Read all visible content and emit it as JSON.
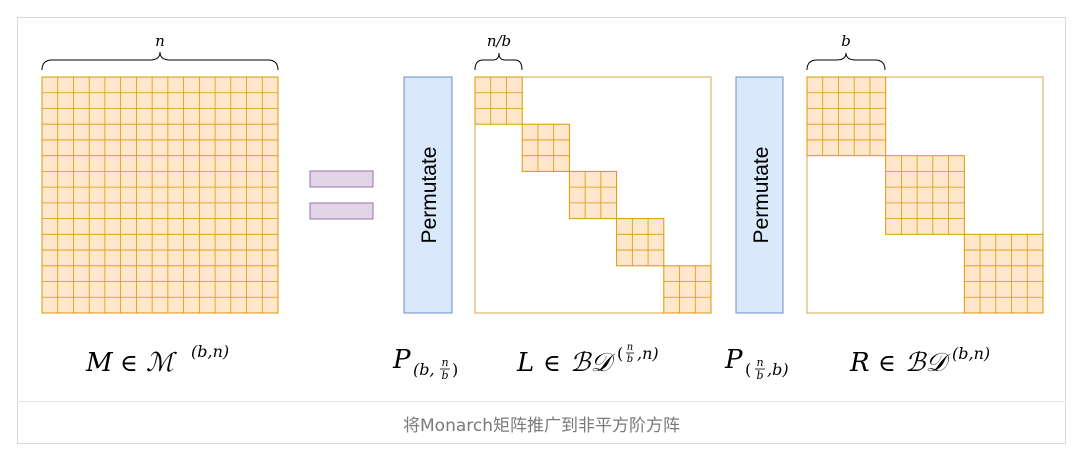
{
  "caption": "将Monarch矩阵推广到非平方阶方阵",
  "labels": {
    "brace_n": "n",
    "brace_nb": "n/b",
    "brace_b": "b",
    "permutate_1": "Permutate",
    "permutate_2": "Permutate"
  },
  "formulas": {
    "M": {
      "lhs": "M",
      "op": "∈",
      "set": "ℳ",
      "sup": "(b,n)"
    },
    "P1": {
      "sym": "P",
      "sub_open": "(b,",
      "frac_num": "n",
      "frac_den": "b",
      "sub_close": ")"
    },
    "L": {
      "lhs": "L",
      "op": "∈",
      "set": "ℬ𝒟",
      "sup_open": "(",
      "frac_num": "n",
      "frac_den": "b",
      "sup_close": ",n)"
    },
    "P2": {
      "sym": "P",
      "sub_open": "(",
      "frac_num": "n",
      "frac_den": "b",
      "sub_close": ",b)"
    },
    "R": {
      "lhs": "R",
      "op": "∈",
      "set": "ℬ𝒟",
      "sup": "(b,n)"
    }
  },
  "colors": {
    "cell_fill": "#ffe6cc",
    "cell_stroke": "#d79b00",
    "box_stroke": "#d6a84a",
    "permute_fill": "#dae8fc",
    "permute_stroke": "#6c8ebf",
    "equals_fill": "#e1d5e7",
    "equals_stroke": "#9673a6"
  },
  "matrices": {
    "M": {
      "rows": 15,
      "cols": 15
    },
    "L": {
      "blocks": 5,
      "block_cells": 3
    },
    "R": {
      "blocks": 3,
      "block_cells": 5
    }
  }
}
